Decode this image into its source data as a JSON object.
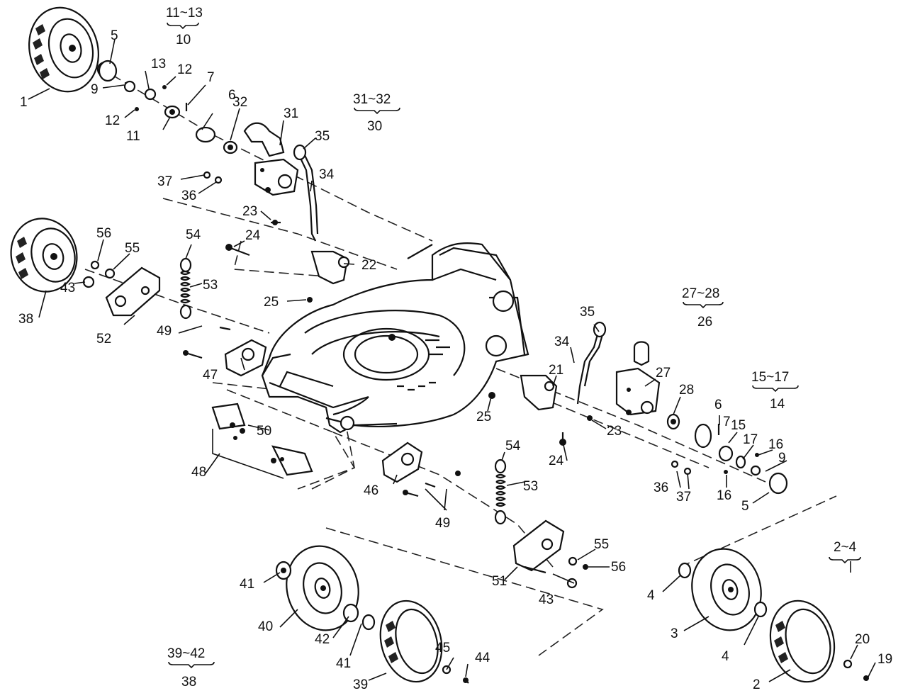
{
  "diagram": {
    "callouts": [
      "1",
      "2",
      "3",
      "4",
      "4",
      "5",
      "5",
      "6",
      "6",
      "7",
      "7",
      "9",
      "9",
      "11",
      "12",
      "12",
      "13",
      "15",
      "16",
      "16",
      "17",
      "19",
      "20",
      "21",
      "22",
      "23",
      "23",
      "24",
      "24",
      "25",
      "25",
      "27",
      "28",
      "31",
      "32",
      "34",
      "34",
      "35",
      "35",
      "36",
      "36",
      "37",
      "37",
      "38",
      "39",
      "40",
      "41",
      "41",
      "42",
      "43",
      "43",
      "44",
      "45",
      "46",
      "47",
      "48",
      "49",
      "49",
      "50",
      "51",
      "52",
      "53",
      "53",
      "54",
      "54",
      "55",
      "55",
      "56",
      "56"
    ],
    "assembly_groups": [
      {
        "range": "11~13",
        "number": "10"
      },
      {
        "range": "31~32",
        "number": "30"
      },
      {
        "range": "27~28",
        "number": "26"
      },
      {
        "range": "15~17",
        "number": "14"
      },
      {
        "range": "2~4",
        "number": ""
      },
      {
        "range": "39~42",
        "number": "38"
      }
    ]
  }
}
